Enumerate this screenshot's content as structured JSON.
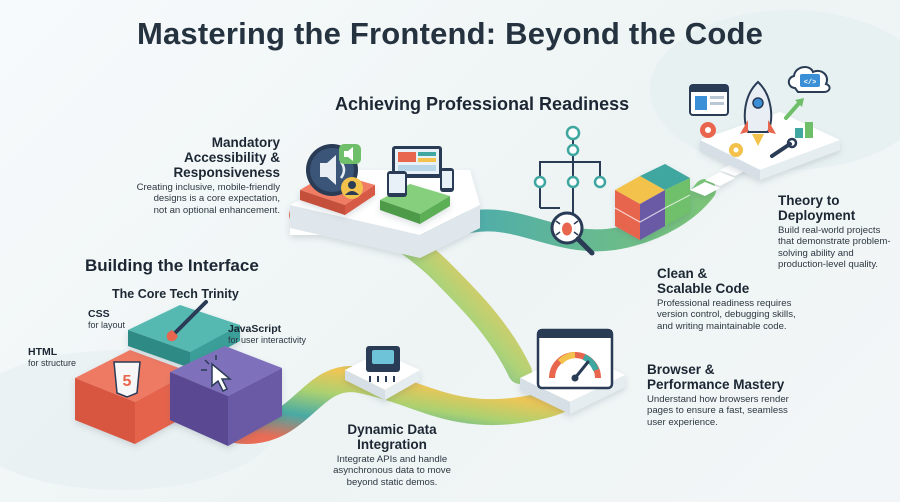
{
  "title": "Mastering the Frontend: Beyond the Code",
  "sections": {
    "professional_readiness": "Achieving Professional Readiness",
    "building_interface": "Building the Interface",
    "core_trinity": "The Core Tech Trinity"
  },
  "trinity": {
    "html": {
      "label": "HTML",
      "sub": "for structure"
    },
    "css": {
      "label": "CSS",
      "sub": "for layout"
    },
    "js": {
      "label": "JavaScript",
      "sub": "for user interactivity"
    }
  },
  "steps": {
    "accessibility": {
      "title": [
        "Mandatory",
        "Accessibility &",
        "Responsiveness"
      ],
      "desc": [
        "Creating inclusive, mobile-friendly",
        "designs is a core expectation,",
        "not an optional enhancement."
      ]
    },
    "deployment": {
      "title": [
        "Theory to",
        "Deployment"
      ],
      "desc": [
        "Build real-world projects",
        "that demonstrate problem-",
        "solving ability and",
        "production-level quality."
      ]
    },
    "clean_code": {
      "title": [
        "Clean &",
        "Scalable Code"
      ],
      "desc": [
        "Professional readiness requires",
        "version control, debugging skills,",
        "and writing maintainable code."
      ]
    },
    "performance": {
      "title": [
        "Browser &",
        "Performance Mastery"
      ],
      "desc": [
        "Understand how browsers render",
        "pages to ensure a fast, seamless",
        "user experience."
      ]
    },
    "data": {
      "title": [
        "Dynamic Data",
        "Integration"
      ],
      "desc": [
        "Integrate APIs and handle",
        "asynchronous data to move",
        "beyond static demos."
      ]
    }
  },
  "icons": {
    "html5_badge": "5",
    "code_tag": "</>"
  },
  "colors": {
    "red": "#e8654e",
    "teal": "#3fa6a0",
    "purple": "#6a5aa5",
    "yellow": "#f2c24c",
    "green": "#6fbf6a",
    "blue": "#3b8fd6",
    "navy": "#2a3b55"
  }
}
